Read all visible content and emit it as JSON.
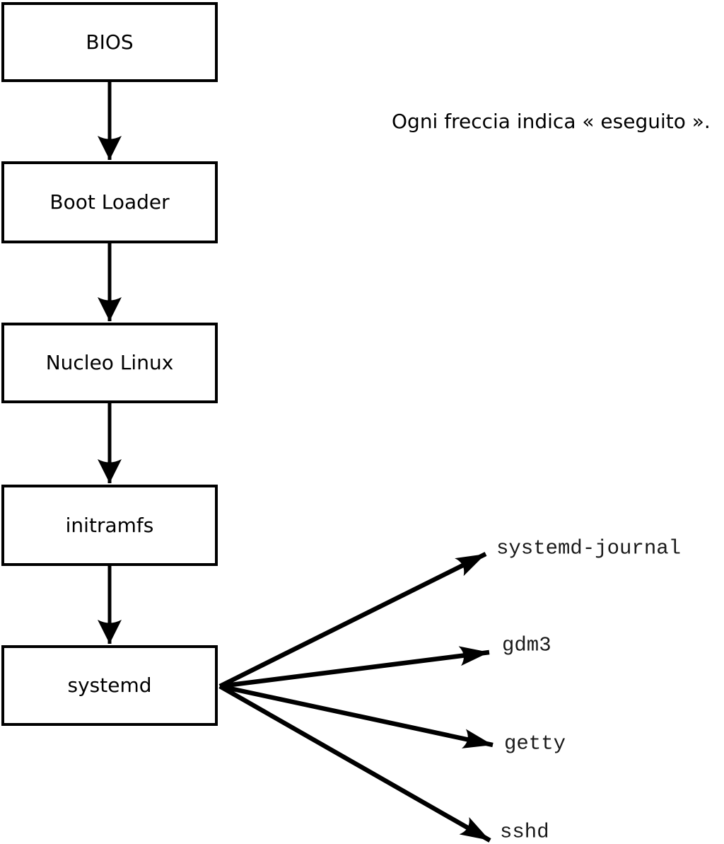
{
  "diagram": {
    "annotation": "Ogni freccia indica « eseguito ».",
    "chain": [
      {
        "id": "bios",
        "label": "BIOS"
      },
      {
        "id": "boot-loader",
        "label": "Boot Loader"
      },
      {
        "id": "nucleo-linux",
        "label": "Nucleo Linux"
      },
      {
        "id": "initramfs",
        "label": "initramfs"
      },
      {
        "id": "systemd",
        "label": "systemd"
      }
    ],
    "spawned": [
      {
        "id": "systemd-journal",
        "label": "systemd-journal"
      },
      {
        "id": "gdm3",
        "label": "gdm3"
      },
      {
        "id": "getty",
        "label": "getty"
      },
      {
        "id": "sshd",
        "label": "sshd"
      }
    ],
    "colors": {
      "stroke": "#000000",
      "box_fill": "#ffffff",
      "background": "#ffffff"
    }
  }
}
